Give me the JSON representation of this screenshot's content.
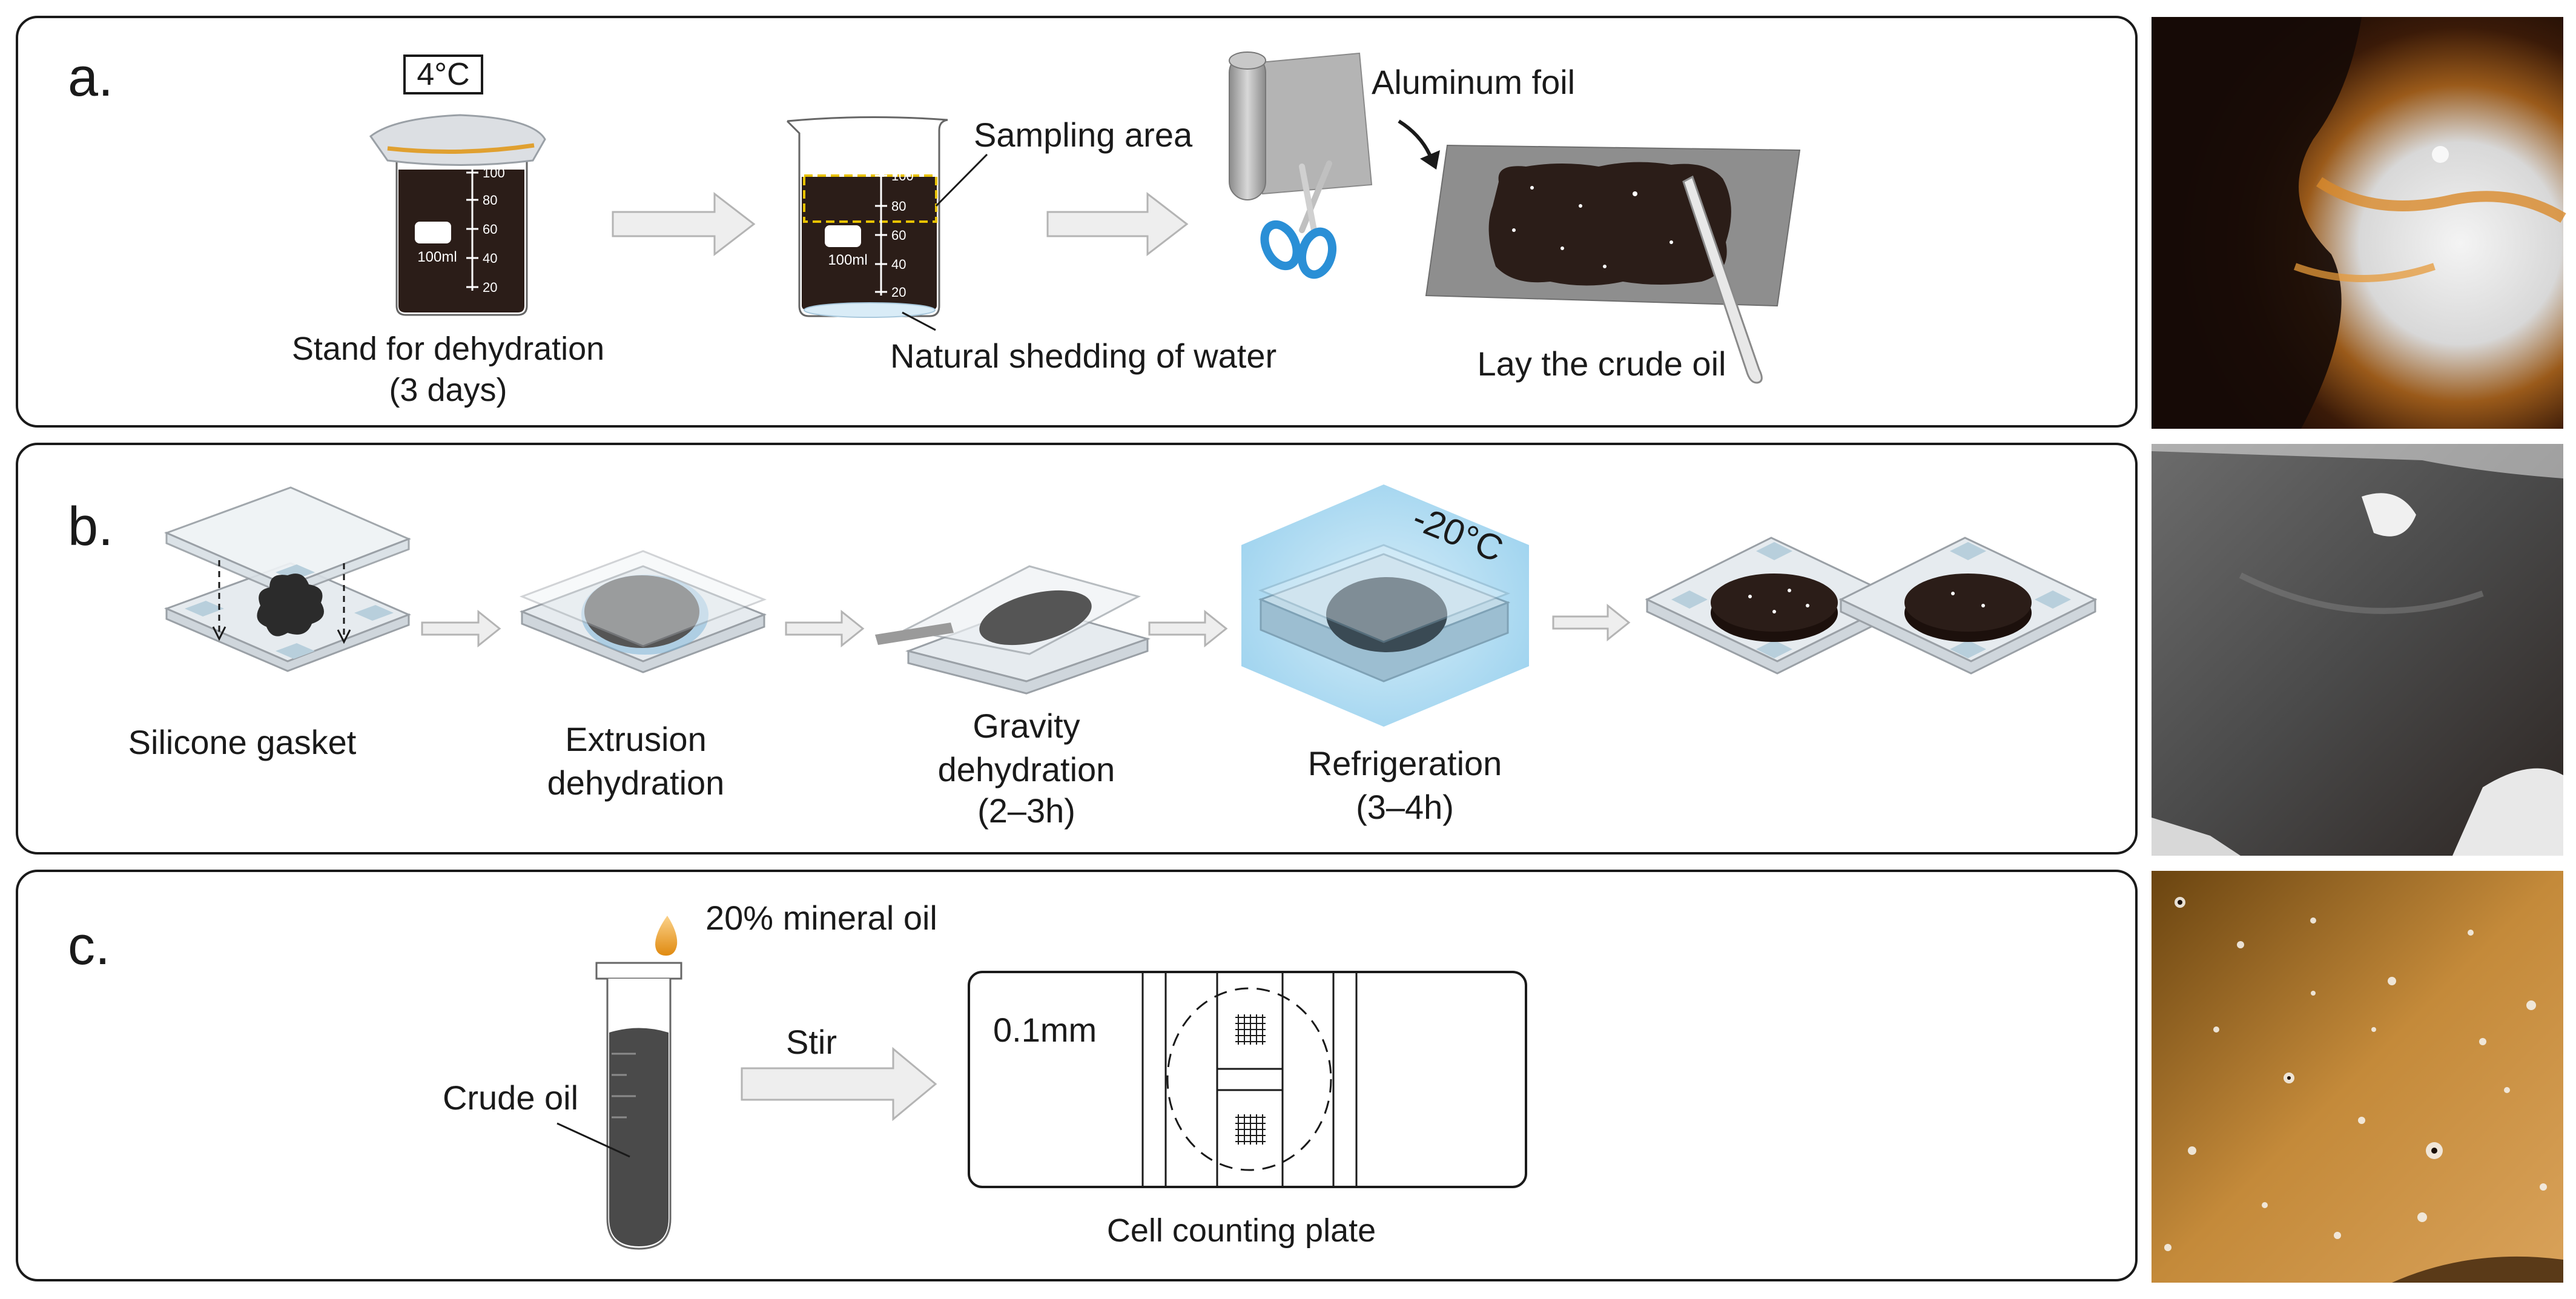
{
  "panel_a": {
    "letter": "a.",
    "temperature": "4°C",
    "beaker_label": "100ml",
    "beaker_ticks": [
      "100",
      "80",
      "60",
      "40",
      "20"
    ],
    "step1_line1": "Stand for dehydration",
    "step1_line2": "(3 days)",
    "sampling_area": "Sampling area",
    "natural_shedding": "Natural shedding of water",
    "aluminum_foil": "Aluminum foil",
    "lay_crude_oil": "Lay the crude oil"
  },
  "panel_b": {
    "letter": "b.",
    "silicone_gasket": "Silicone gasket",
    "extrusion_line1": "Extrusion",
    "extrusion_line2": "dehydration",
    "gravity_line1": "Gravity",
    "gravity_line2": "dehydration",
    "gravity_line3": "(2–3h)",
    "freeze_temp": "-20°C",
    "refrigeration_line1": "Refrigeration",
    "refrigeration_line2": "(3–4h)"
  },
  "panel_c": {
    "letter": "c.",
    "mineral_oil": "20% mineral oil",
    "crude_oil": "Crude oil",
    "stir": "Stir",
    "depth": "0.1mm",
    "cell_counting_plate": "Cell counting plate"
  },
  "colors": {
    "panel_border": "#1a1a1a",
    "crude_oil": "#2b1d18",
    "arrow_fill": "#eeeeee",
    "arrow_stroke": "#b4b4b4",
    "glass": "#dfe6ec",
    "freeze_box": "#9fd3ee",
    "scissors": "#2a8fd6",
    "sampling_dash": "#e8c200",
    "mineral_drop": "#e8a020"
  }
}
